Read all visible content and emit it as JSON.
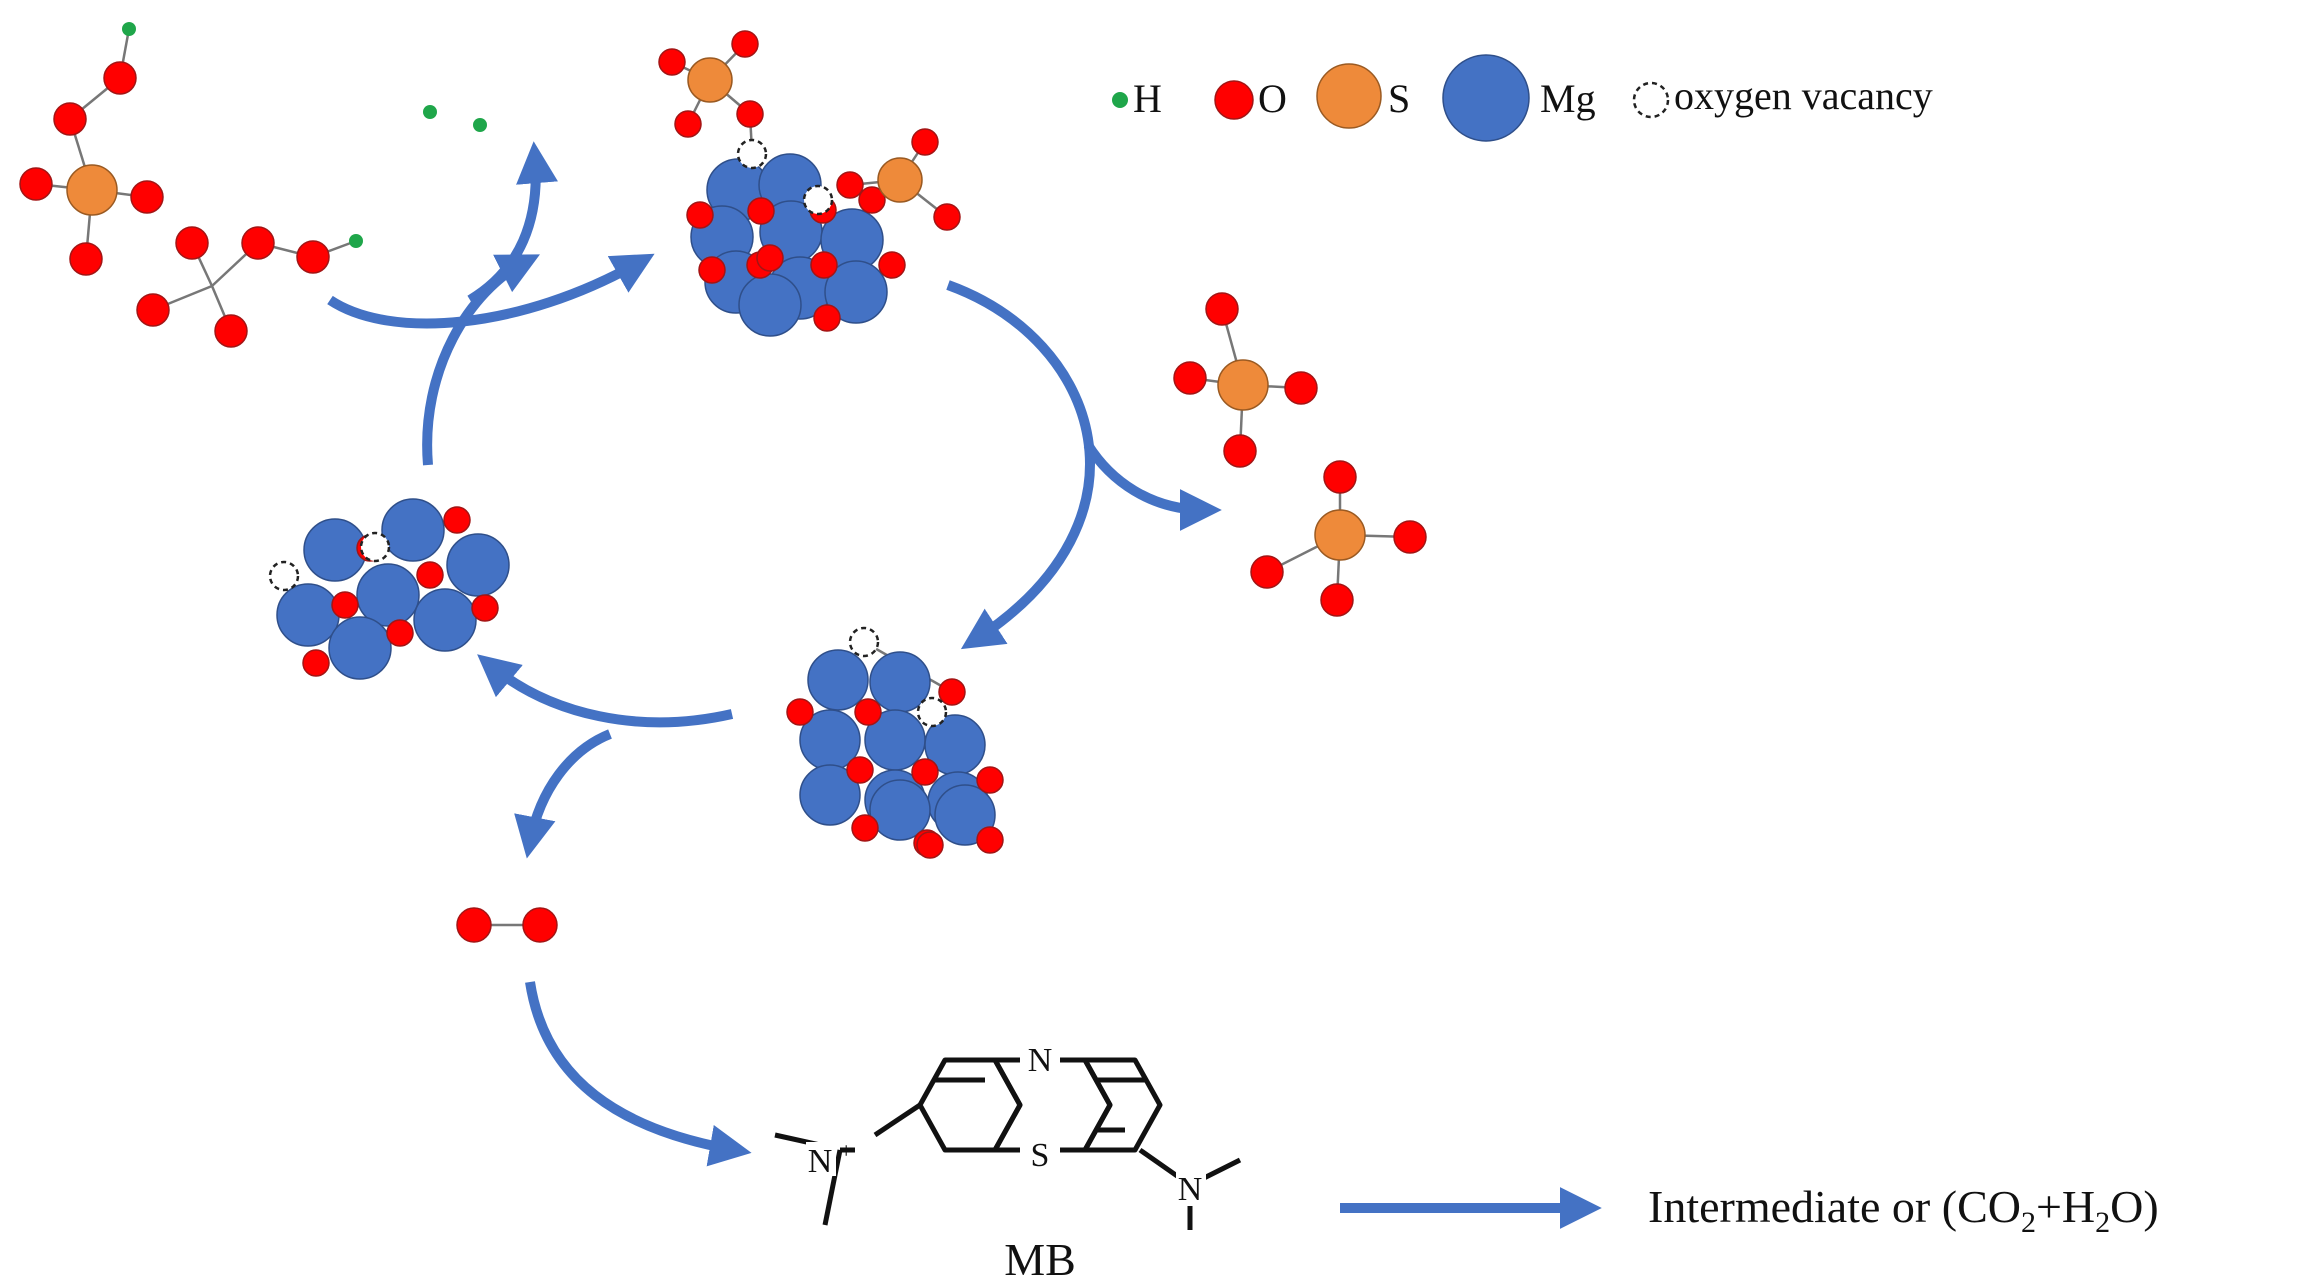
{
  "legend": {
    "h": "H",
    "o": "O",
    "s": "S",
    "mg": "Mg",
    "vacancy": "oxygen vacancy"
  },
  "molecule": {
    "name": "MB",
    "n_ring": "N",
    "s_ring": "S",
    "n_plus": "N",
    "n_plus_charge": "+",
    "n_amine": "N"
  },
  "product": {
    "prefix": "Intermediate or (CO",
    "sub1": "2",
    "mid": "+H",
    "sub2": "2",
    "suffix": "O)"
  },
  "colors": {
    "oxygen": "#ff0000",
    "sulfur": "#ee8a3a",
    "magnesium": "#4472c4",
    "hydrogen": "#1fa64a",
    "arrow": "#4472c4"
  }
}
